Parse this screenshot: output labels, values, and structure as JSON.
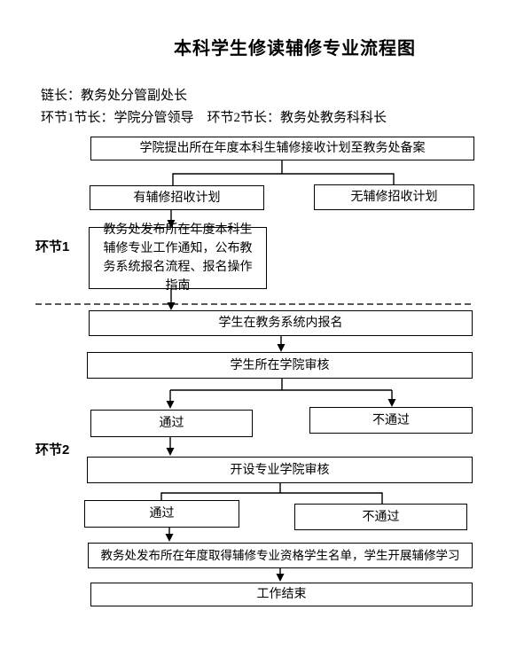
{
  "title": "本科学生修读辅修专业流程图",
  "header": {
    "chain_leader": "链长：教务处分管副处长",
    "stage_leaders": "环节1节长：学院分管领导　环节2节长：教务处教务科科长"
  },
  "stage_labels": {
    "stage1": "环节1",
    "stage2": "环节2"
  },
  "nodes": {
    "plan": "学院提出所在年度本科生辅修接收计划至教务处备案",
    "has_plan": "有辅修招收计划",
    "no_plan": "无辅修招收计划",
    "notice": "教务处发布所在年度本科生辅修专业工作通知，公布教务系统报名流程、报名操作指南",
    "signup": "学生在教务系统内报名",
    "college_review": "学生所在学院审核",
    "pass1": "通过",
    "fail1": "不通过",
    "major_review": "开设专业学院审核",
    "pass2": "通过",
    "fail2": "不通过",
    "publish": "教务处发布所在年度取得辅修专业资格学生名单，学生开展辅修学习",
    "end": "工作结束"
  }
}
